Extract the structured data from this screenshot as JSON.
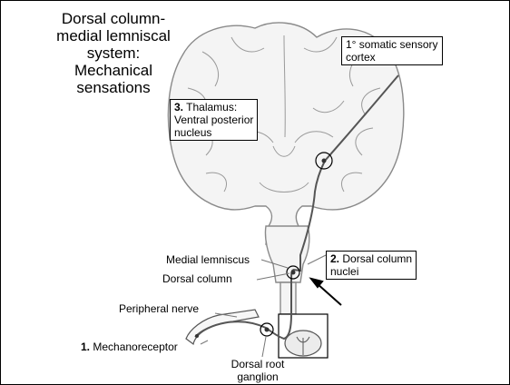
{
  "title": {
    "line1": "Dorsal column-",
    "line2": "medial lemniscal",
    "line3": "system:",
    "line4": "Mechanical",
    "line5": "sensations"
  },
  "labels": {
    "cortex": {
      "line1": "1° somatic sensory",
      "line2": "cortex"
    },
    "thalamus": {
      "num": "3.",
      "line1": "Thalamus:",
      "line2": "Ventral posterior",
      "line3": "nucleus"
    },
    "dorsal_column_nuclei": {
      "num": "2.",
      "line1": "Dorsal column",
      "line2": "nuclei"
    },
    "medial_lemniscus": "Medial lemniscus",
    "dorsal_column": "Dorsal column",
    "peripheral_nerve": "Peripheral nerve",
    "mechanoreceptor": {
      "num": "1.",
      "text": "Mechanoreceptor"
    },
    "dorsal_root_ganglion": {
      "line1": "Dorsal root",
      "line2": "ganglion"
    }
  },
  "colors": {
    "pathway": "#555555",
    "anatomy_outline": "#8a8a8a",
    "anatomy_fill": "#f4f4f4"
  }
}
